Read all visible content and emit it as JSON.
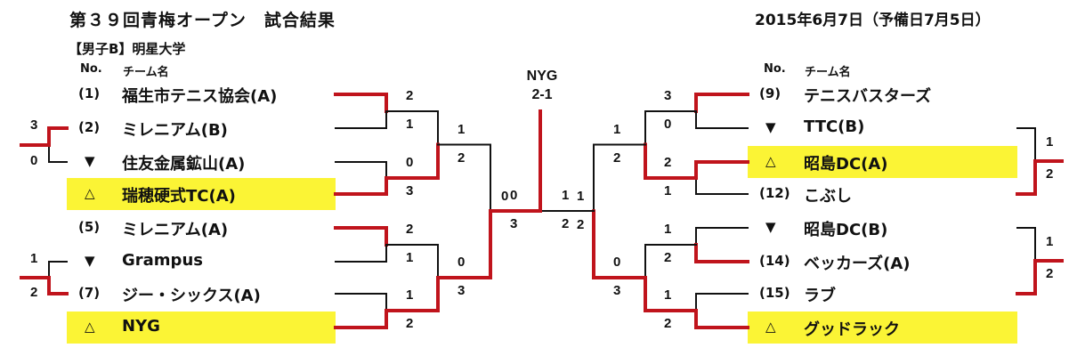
{
  "header": {
    "title": "第３９回青梅オープン　試合結果",
    "date": "2015年6月7日（予備日7月5日）",
    "division": "【男子B】明星大学",
    "col_no": "No.",
    "col_team": "チーム名"
  },
  "colors": {
    "winner_line": "#c0141c",
    "loser_line": "#111111",
    "highlight": "#fbf435"
  },
  "final": {
    "winner": "NYG",
    "score": "2-1",
    "left_score": "1",
    "right_score": "2"
  },
  "left": {
    "teams": [
      {
        "seed": "(1)",
        "mark": "",
        "name": "福生市テニス協会(A)",
        "highlight": false
      },
      {
        "seed": "(2)",
        "mark": "",
        "name": "ミレニアム(B)",
        "highlight": false
      },
      {
        "seed": "",
        "mark": "▼",
        "name": "住友金属鉱山(A)",
        "highlight": false
      },
      {
        "seed": "",
        "mark": "△",
        "name": "瑞穂硬式TC(A)",
        "highlight": true
      },
      {
        "seed": "(5)",
        "mark": "",
        "name": "ミレニアム(A)",
        "highlight": false
      },
      {
        "seed": "",
        "mark": "▼",
        "name": "Grampus",
        "highlight": false
      },
      {
        "seed": "(7)",
        "mark": "",
        "name": "ジー・シックス(A)",
        "highlight": false
      },
      {
        "seed": "",
        "mark": "△",
        "name": "NYG",
        "highlight": true
      }
    ],
    "prelims": [
      {
        "top_score": "3",
        "bottom_score": "0"
      },
      {
        "top_score": "1",
        "bottom_score": "2"
      }
    ],
    "round1": [
      {
        "top_score": "2",
        "bottom_score": "1"
      },
      {
        "top_score": "0",
        "bottom_score": "3"
      },
      {
        "top_score": "2",
        "bottom_score": "1"
      },
      {
        "top_score": "1",
        "bottom_score": "2"
      }
    ],
    "round2": [
      {
        "top_score": "1",
        "bottom_score": "2"
      },
      {
        "top_score": "0",
        "bottom_score": "3"
      }
    ],
    "semifinal": {
      "top_score": "0",
      "bottom_score": "3"
    }
  },
  "right": {
    "teams": [
      {
        "seed": "(9)",
        "mark": "",
        "name": "テニスバスターズ",
        "highlight": false
      },
      {
        "seed": "",
        "mark": "▼",
        "name": "TTC(B)",
        "highlight": false
      },
      {
        "seed": "",
        "mark": "△",
        "name": "昭島DC(A)",
        "highlight": true
      },
      {
        "seed": "(12)",
        "mark": "",
        "name": "こぶし",
        "highlight": false
      },
      {
        "seed": "",
        "mark": "▼",
        "name": "昭島DC(B)",
        "highlight": false
      },
      {
        "seed": "(14)",
        "mark": "",
        "name": "ベッカーズ(A)",
        "highlight": false
      },
      {
        "seed": "(15)",
        "mark": "",
        "name": "ラブ",
        "highlight": false
      },
      {
        "seed": "",
        "mark": "△",
        "name": "グッドラック",
        "highlight": true
      }
    ],
    "prelims": [
      {
        "top_score": "1",
        "bottom_score": "2"
      },
      {
        "top_score": "1",
        "bottom_score": "2"
      }
    ],
    "round1": [
      {
        "top_score": "3",
        "bottom_score": "0"
      },
      {
        "top_score": "2",
        "bottom_score": "1"
      },
      {
        "top_score": "1",
        "bottom_score": "2"
      },
      {
        "top_score": "1",
        "bottom_score": "2"
      }
    ],
    "round2": [
      {
        "top_score": "1",
        "bottom_score": "2"
      },
      {
        "top_score": "0",
        "bottom_score": "3"
      }
    ],
    "semifinal": {
      "top_score": "1",
      "bottom_score": "2"
    }
  }
}
